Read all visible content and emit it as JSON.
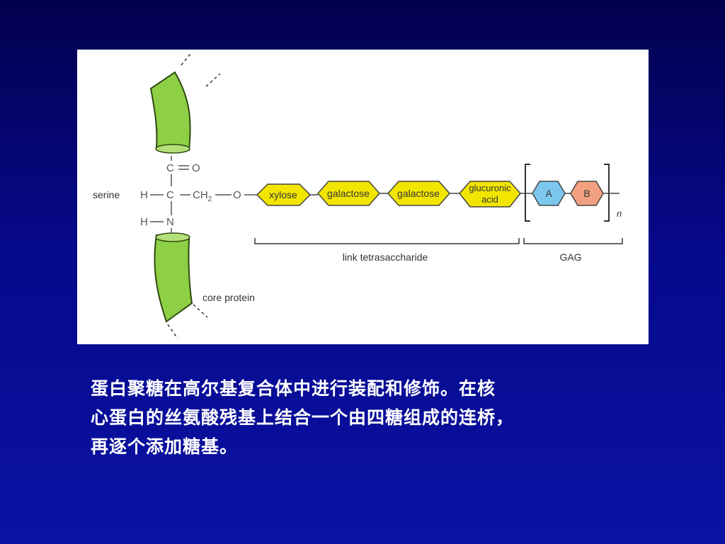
{
  "diagram": {
    "left_labels": {
      "serine": "serine",
      "core_protein": "core protein"
    },
    "chem": {
      "carbonyl_c": "C",
      "carbonyl_o": "O",
      "h_alpha": "H",
      "c_alpha": "C",
      "ch2": "CH",
      "ch2_sub": "2",
      "o_link": "O",
      "h_amine": "H",
      "n_amine": "N"
    },
    "sugars": {
      "xylose": "xylose",
      "galactose_1": "galactose",
      "galactose_2": "galactose",
      "glucuronic_line1": "glucuronic",
      "glucuronic_line2": "acid",
      "unit_a": "A",
      "unit_b": "B"
    },
    "repeat_symbol": "n",
    "brace_labels": {
      "link": "link tetrasaccharide",
      "gag": "GAG"
    },
    "colors": {
      "protein": "#8dcf45",
      "sugar": "#f2e600",
      "unit_a": "#7cc7ee",
      "unit_b": "#f2a07f"
    }
  },
  "caption": {
    "line1": "蛋白聚糖在高尔基复合体中进行装配和修饰。在核",
    "line2": "心蛋白的丝氨酸残基上结合一个由四糖组成的连桥，",
    "line3": "再逐个添加糖基。"
  }
}
